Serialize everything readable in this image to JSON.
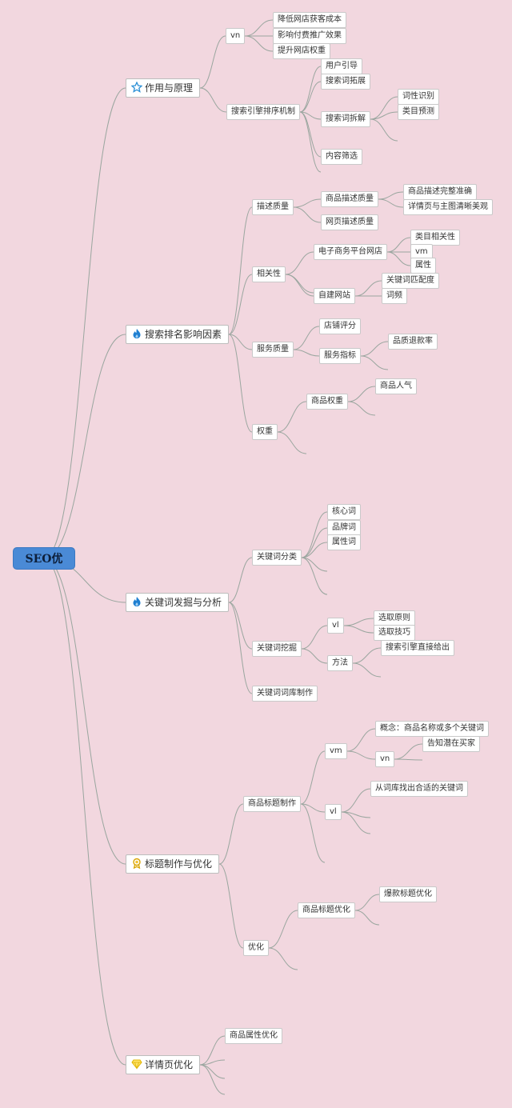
{
  "root": {
    "label": "SEO优"
  },
  "branches": [
    {
      "label": "作用与原理",
      "icon": "star-icon"
    },
    {
      "label": "搜索排名影响因素",
      "icon": "flame-icon"
    },
    {
      "label": "关键词发掘与分析",
      "icon": "flame-icon"
    },
    {
      "label": "标题制作与优化",
      "icon": "ribbon-award-icon"
    },
    {
      "label": "详情页优化",
      "icon": "diamond-icon"
    }
  ],
  "nodes": {
    "n_vn1": "vn",
    "n_cost": "降低网店获客成本",
    "n_ads": "影响付费推广效果",
    "n_weight": "提升网店权重",
    "n_engine": "搜索引擎排序机制",
    "n_guide": "用户引导",
    "n_expand": "搜索词拓展",
    "n_split": "搜索词拆解",
    "n_wordid": "词性识别",
    "n_catpred": "类目预测",
    "n_filter": "内容筛选",
    "n_descq": "描述质量",
    "n_proddesc": "商品描述质量",
    "n_complete": "商品描述完整准确",
    "n_clear": "详情页与主图清晰美观",
    "n_webdesc": "网页描述质量",
    "n_rel": "相关性",
    "n_ecom": "电子商务平台网店",
    "n_catrel": "类目相关性",
    "n_vm1": "vm",
    "n_attr": "属性",
    "n_self": "自建网站",
    "n_kwmatch": "关键词匹配度",
    "n_freq": "词频",
    "n_svcq": "服务质量",
    "n_shop": "店铺评分",
    "n_svcidx": "服务指标",
    "n_refund": "品质退款率",
    "n_wt": "权重",
    "n_prodwt": "商品权重",
    "n_pop": "商品人气",
    "n_kwcat": "关键词分类",
    "n_core": "核心词",
    "n_brand": "品牌词",
    "n_attrw": "属性词",
    "n_kwmine": "关键词挖掘",
    "n_vl1": "vl",
    "n_rule": "选取原则",
    "n_tip": "选取技巧",
    "n_method": "方法",
    "n_engine2": "搜索引擎直接给出",
    "n_kwlib": "关键词词库制作",
    "n_titlemk": "商品标题制作",
    "n_vm2": "vm",
    "n_concept": "概念：商品名称或多个关键词",
    "n_vn2": "vn",
    "n_buyer": "告知潜在买家",
    "n_vl2": "vl",
    "n_findkw": "从词库找出合适的关键词",
    "n_opt": "优化",
    "n_titleopt": "商品标题优化",
    "n_hot": "爆款标题优化",
    "n_prodattr": "商品属性优化"
  },
  "colors": {
    "background": "#f2d7df",
    "root": "#4a8ad6",
    "link": "#9aa69f"
  }
}
